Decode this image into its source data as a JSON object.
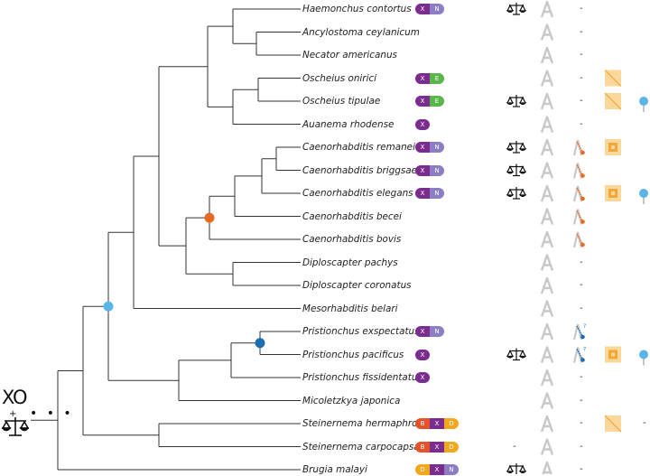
{
  "tree": {
    "species": [
      {
        "name": "Haemonchus contortus",
        "sex_chrom": [
          "X",
          "N"
        ],
        "balance": true,
        "col3": "-",
        "col4": "",
        "col5": ""
      },
      {
        "name": "Ancylostoma ceylanicum",
        "sex_chrom": [],
        "balance": false,
        "col3": "-",
        "col4": "",
        "col5": ""
      },
      {
        "name": "Necator americanus",
        "sex_chrom": [],
        "balance": false,
        "col3": "-",
        "col4": "",
        "col5": ""
      },
      {
        "name": "Oscheius onirici",
        "sex_chrom": [
          "X",
          "E"
        ],
        "balance": false,
        "col3": "-",
        "col4": "half-square",
        "col5": ""
      },
      {
        "name": "Oscheius tipulae",
        "sex_chrom": [
          "X",
          "E"
        ],
        "balance": true,
        "col3": "-",
        "col4": "half-square",
        "col5": "pin"
      },
      {
        "name": "Auanema rhodense",
        "sex_chrom": [
          "X"
        ],
        "balance": false,
        "col3": "-",
        "col4": "",
        "col5": ""
      },
      {
        "name": "Caenorhabditis remanei",
        "sex_chrom": [
          "X",
          "N"
        ],
        "balance": true,
        "col3": "orange-pencil",
        "col4": "quad-square",
        "col5": ""
      },
      {
        "name": "Caenorhabditis briggsae",
        "sex_chrom": [
          "X",
          "N"
        ],
        "balance": true,
        "col3": "orange-pencil",
        "col4": "",
        "col5": ""
      },
      {
        "name": "Caenorhabditis elegans",
        "sex_chrom": [
          "X",
          "N"
        ],
        "balance": true,
        "col3": "orange-pencil",
        "col4": "quad-square",
        "col5": "pin"
      },
      {
        "name": "Caenorhabditis becei",
        "sex_chrom": [],
        "balance": false,
        "col3": "orange-pencil",
        "col4": "",
        "col5": ""
      },
      {
        "name": "Caenorhabditis bovis",
        "sex_chrom": [],
        "balance": false,
        "col3": "orange-pencil",
        "col4": "",
        "col5": ""
      },
      {
        "name": "Diploscapter pachys",
        "sex_chrom": [],
        "balance": false,
        "col3": "-",
        "col4": "",
        "col5": ""
      },
      {
        "name": "Diploscapter coronatus",
        "sex_chrom": [],
        "balance": false,
        "col3": "-",
        "col4": "",
        "col5": ""
      },
      {
        "name": "Mesorhabditis belari",
        "sex_chrom": [],
        "balance": false,
        "col3": "-",
        "col4": "",
        "col5": ""
      },
      {
        "name": "Pristionchus exspectatus",
        "sex_chrom": [
          "X",
          "N"
        ],
        "balance": false,
        "col3": "blue-pencil",
        "col4": "",
        "col5": ""
      },
      {
        "name": "Pristionchus pacificus",
        "sex_chrom": [
          "X"
        ],
        "balance": true,
        "col3": "blue-pencil",
        "col4": "quad-square",
        "col5": "pin"
      },
      {
        "name": "Pristionchus fissidentatus",
        "sex_chrom": [
          "X"
        ],
        "balance": false,
        "col3": "-",
        "col4": "",
        "col5": ""
      },
      {
        "name": "Micoletzkya japonica",
        "sex_chrom": [],
        "balance": false,
        "col3": "-",
        "col4": "",
        "col5": ""
      },
      {
        "name": "Steinernema hermaphroditum",
        "sex_chrom": [
          "B",
          "X",
          "D"
        ],
        "balance": false,
        "col3": "-",
        "col4": "half-square",
        "col5": "-"
      },
      {
        "name": "Steinernema carpocapsae",
        "sex_chrom": [
          "B",
          "X",
          "D"
        ],
        "balance": false,
        "balance_text": "-",
        "col3": "-",
        "col4": "",
        "col5": ""
      },
      {
        "name": "Brugia malayi",
        "sex_chrom": [
          "D",
          "X",
          "N"
        ],
        "balance": true,
        "col3": "-",
        "col4": "",
        "col5": ""
      }
    ]
  },
  "legend": {
    "xo_label": "XO",
    "plus": "+",
    "dots": "• • •"
  },
  "colors": {
    "X": "#7b2c8f",
    "N": "#8c7dc4",
    "E": "#5ab64b",
    "B": "#e4512b",
    "D": "#f2a81d",
    "node_orange": "#e46a25",
    "node_light_blue": "#5ab4e8",
    "node_dark_blue": "#1b6fb0",
    "square_fill": "#fbd79a",
    "square_dark": "#f2a73b",
    "pin": "#5ab4e8"
  }
}
